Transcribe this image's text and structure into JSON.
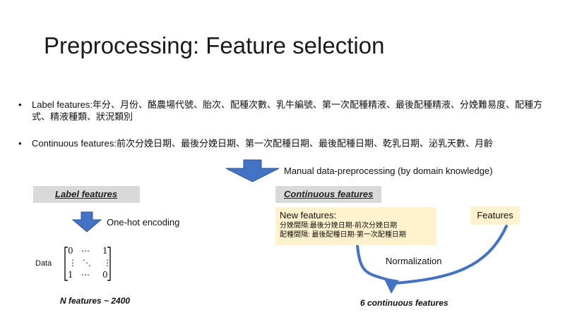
{
  "slide": {
    "title": "Preprocessing: Feature selection",
    "bullets": [
      {
        "text": "Label features:年分、月份、酪農場代號、胎次、配種次數、乳牛編號、第一次配種精液、最後配種精液、分娩難易度、配種方式、精液種類、狀況類別"
      },
      {
        "text": "Continuous features:前次分娩日期、最後分娩日期、第一次配種日期、最後配種日期、乾乳日期、泌乳天數、月齡"
      }
    ],
    "bullet_symbol": "•",
    "manual_caption": "Manual data-preprocessing (by domain knowledge)",
    "left": {
      "header": "Label features",
      "encoding_caption": "One-hot encoding",
      "matrix_label": "Data",
      "matrix_cells": [
        "0",
        "⋯",
        "1",
        "⋮",
        "⋱",
        "⋮",
        "1",
        "⋯",
        "0"
      ],
      "result": "N features ~ 2400"
    },
    "right": {
      "header": "Continuous features",
      "new_features_title": "New features:",
      "new_features_lines": [
        "分娩間隔:最後分娩日期-前次分娩日期",
        "配種間隔: 最後配種日期-第一次配種日期"
      ],
      "features_label": "Features",
      "normalization_caption": "Normalization",
      "result": "6 continuous features"
    },
    "colors": {
      "arrow_blue": "#4472c4",
      "header_gray": "#d9d9d9",
      "highlight_yellow": "#fff2cc"
    }
  }
}
